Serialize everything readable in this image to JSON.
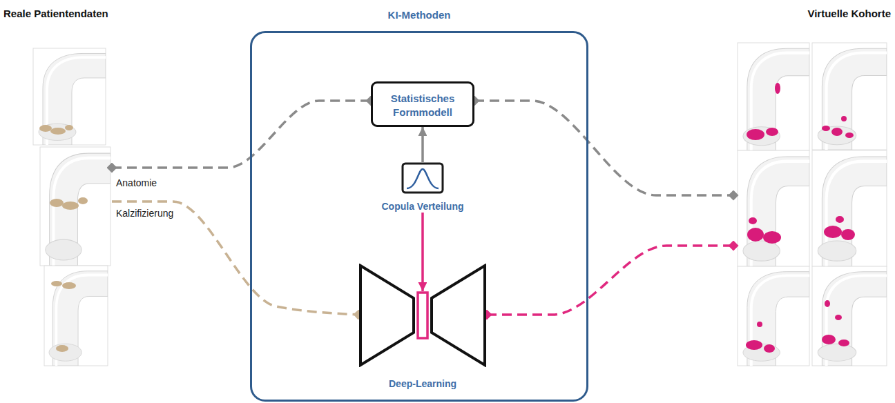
{
  "diagram": {
    "nodes": [
      {
        "text": [
          "Reale Patientendaten"
        ]
      },
      {
        "text": [
          "KI-Methoden"
        ]
      },
      {
        "text": [
          "Statistisches Formmodell"
        ],
        "in": 1
      },
      {
        "text": [
          "Copula Verteilung"
        ],
        "in": 1
      },
      {
        "text": [
          "Deep-Learning"
        ],
        "in": 1
      },
      {
        "text": [
          "Virtuelle Kohorte"
        ]
      }
    ],
    "edges": [
      {
        "from": 0,
        "to": 2,
        "label": "Anatomie",
        "arrow": "none"
      },
      {
        "from": 0,
        "to": 4,
        "label": "Kalzifizierung",
        "arrow": "none"
      },
      {
        "from": 3,
        "to": 2,
        "arrow": "to"
      },
      {
        "from": 3,
        "to": 4,
        "arrow": "to"
      },
      {
        "from": 2,
        "to": 5,
        "arrow": "none"
      },
      {
        "from": 4,
        "to": 5,
        "arrow": "none"
      }
    ]
  }
}
